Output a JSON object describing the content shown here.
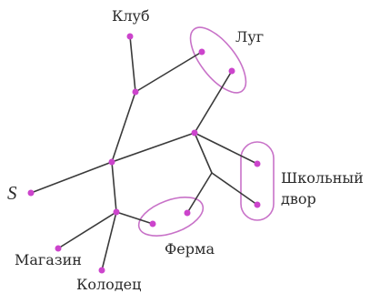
{
  "labels": {
    "club": "Клуб",
    "meadow": "Луг",
    "school_line1": "Школьный",
    "school_line2": "двор",
    "start": "S",
    "farm": "Ферма",
    "shop": "Магазин",
    "well": "Колодец"
  },
  "colors": {
    "node": "#cc44cc",
    "outline": "#c872c8",
    "edge": "#3a3a3a"
  }
}
